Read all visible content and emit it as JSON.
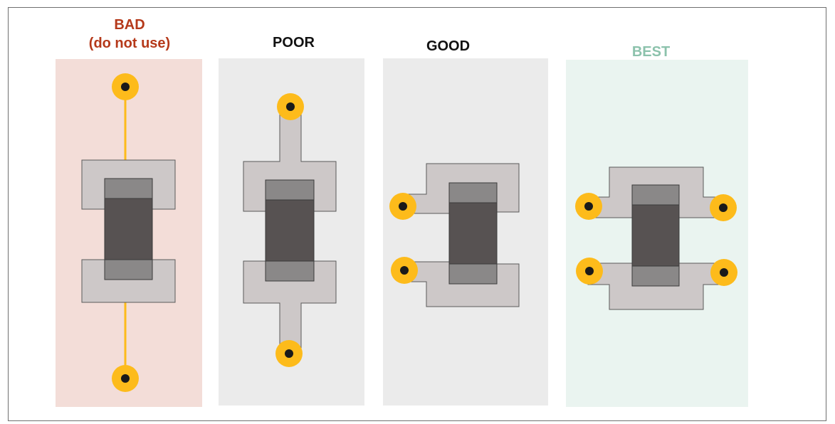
{
  "panels": [
    {
      "id": "bad",
      "title_line1": "BAD",
      "title_line2": "(do not use)",
      "title_color": "#b5391a",
      "bg_color": "#f3ddd8"
    },
    {
      "id": "poor",
      "title_line1": "POOR",
      "title_line2": "",
      "title_color": "#111111",
      "bg_color": "#ebebeb"
    },
    {
      "id": "good",
      "title_line1": "GOOD",
      "title_line2": "",
      "title_color": "#111111",
      "bg_color": "#ebebeb"
    },
    {
      "id": "best",
      "title_line1": "BEST",
      "title_line2": "",
      "title_color": "#8cc2ac",
      "bg_color": "#eaf4f0"
    }
  ],
  "colors": {
    "pad": "#cdc8c8",
    "component_terminal": "#8a8888",
    "component_body": "#575252",
    "via": "#fdbb1b",
    "via_hole": "#1a1a1a",
    "trace": "#fdbb1b",
    "outline": "#5a5a5a"
  }
}
